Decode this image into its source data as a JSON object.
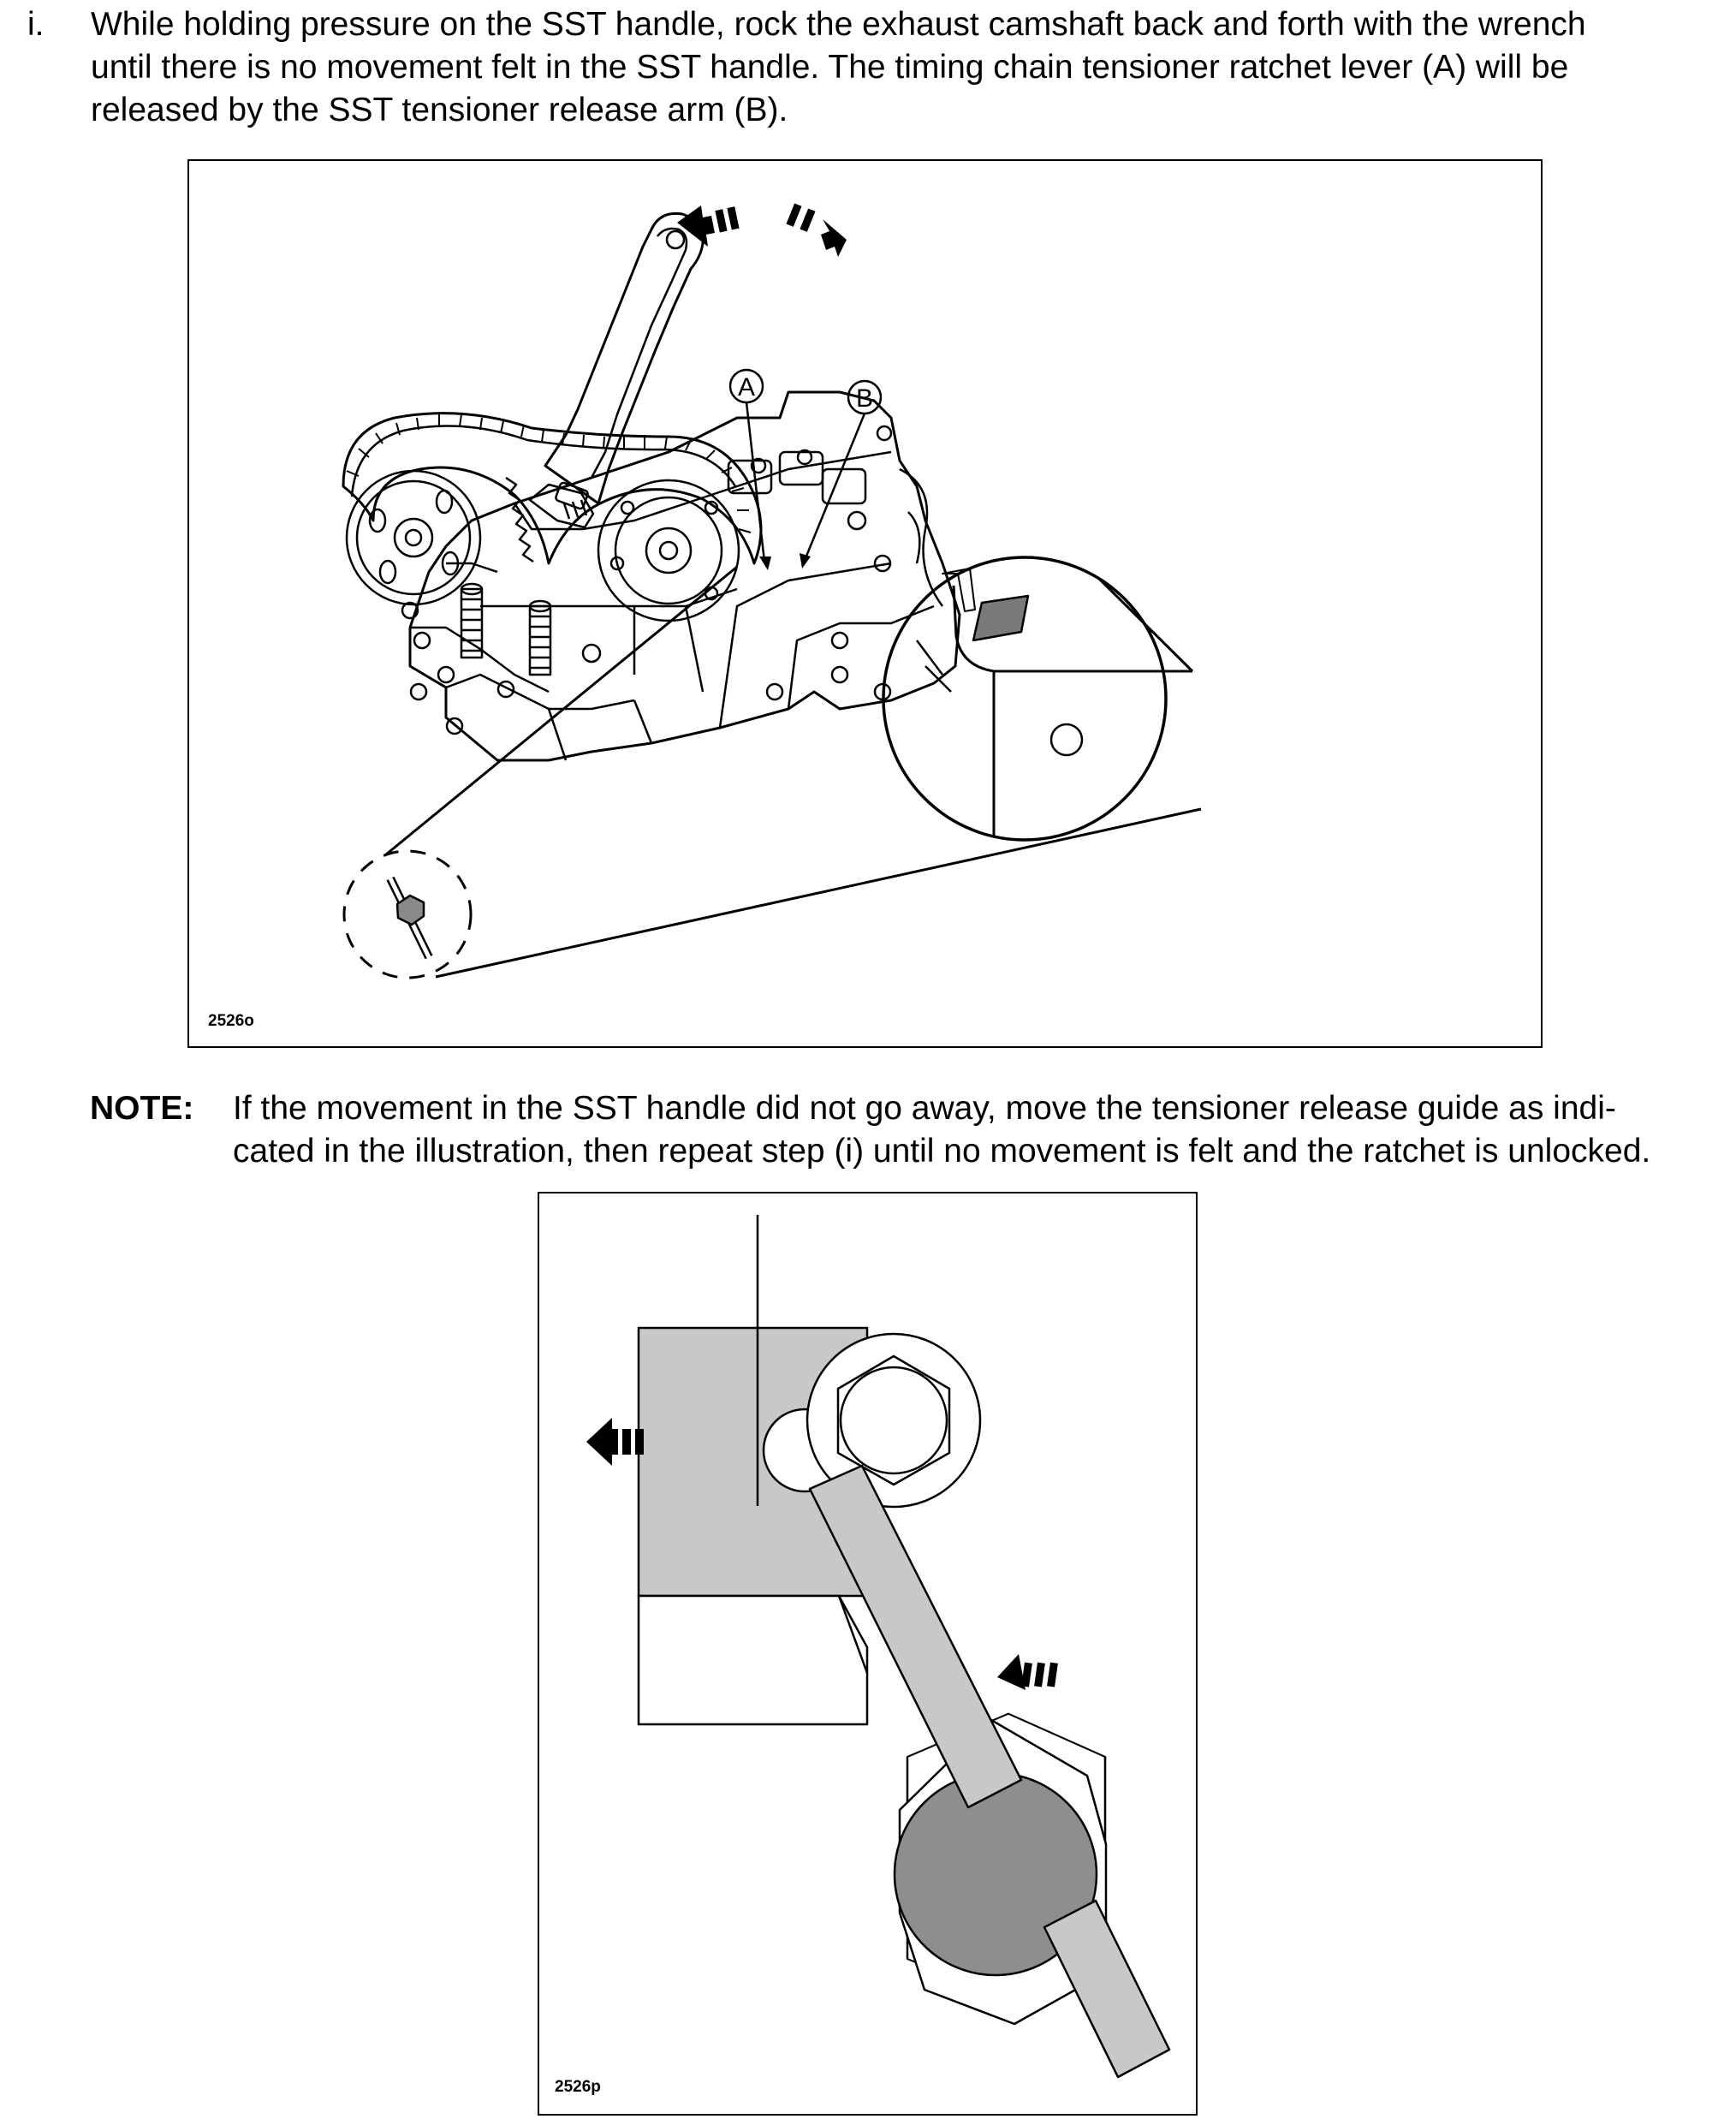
{
  "step": {
    "marker": "i.",
    "lines": [
      "While holding pressure on the SST handle, rock the exhaust camshaft back and forth with the wrench",
      "until there is no movement felt in the SST handle. The timing chain tensioner ratchet lever (A) will be",
      "released by the SST tensioner release arm (B)."
    ]
  },
  "figure1": {
    "id": "2526o",
    "callout_a": "A",
    "callout_b": "B"
  },
  "note": {
    "label": "NOTE:",
    "lines": [
      "If the movement in the SST handle did not go away, move the tensioner release guide as indi-",
      "cated in the illustration, then repeat step (i) until no movement is felt and the ratchet is unlocked."
    ]
  },
  "figure2": {
    "id": "2526p"
  },
  "colors": {
    "light_gray": "#c8c8c8",
    "mid_gray": "#909090",
    "dark_gray": "#7a7a7a",
    "line": "#000000"
  }
}
